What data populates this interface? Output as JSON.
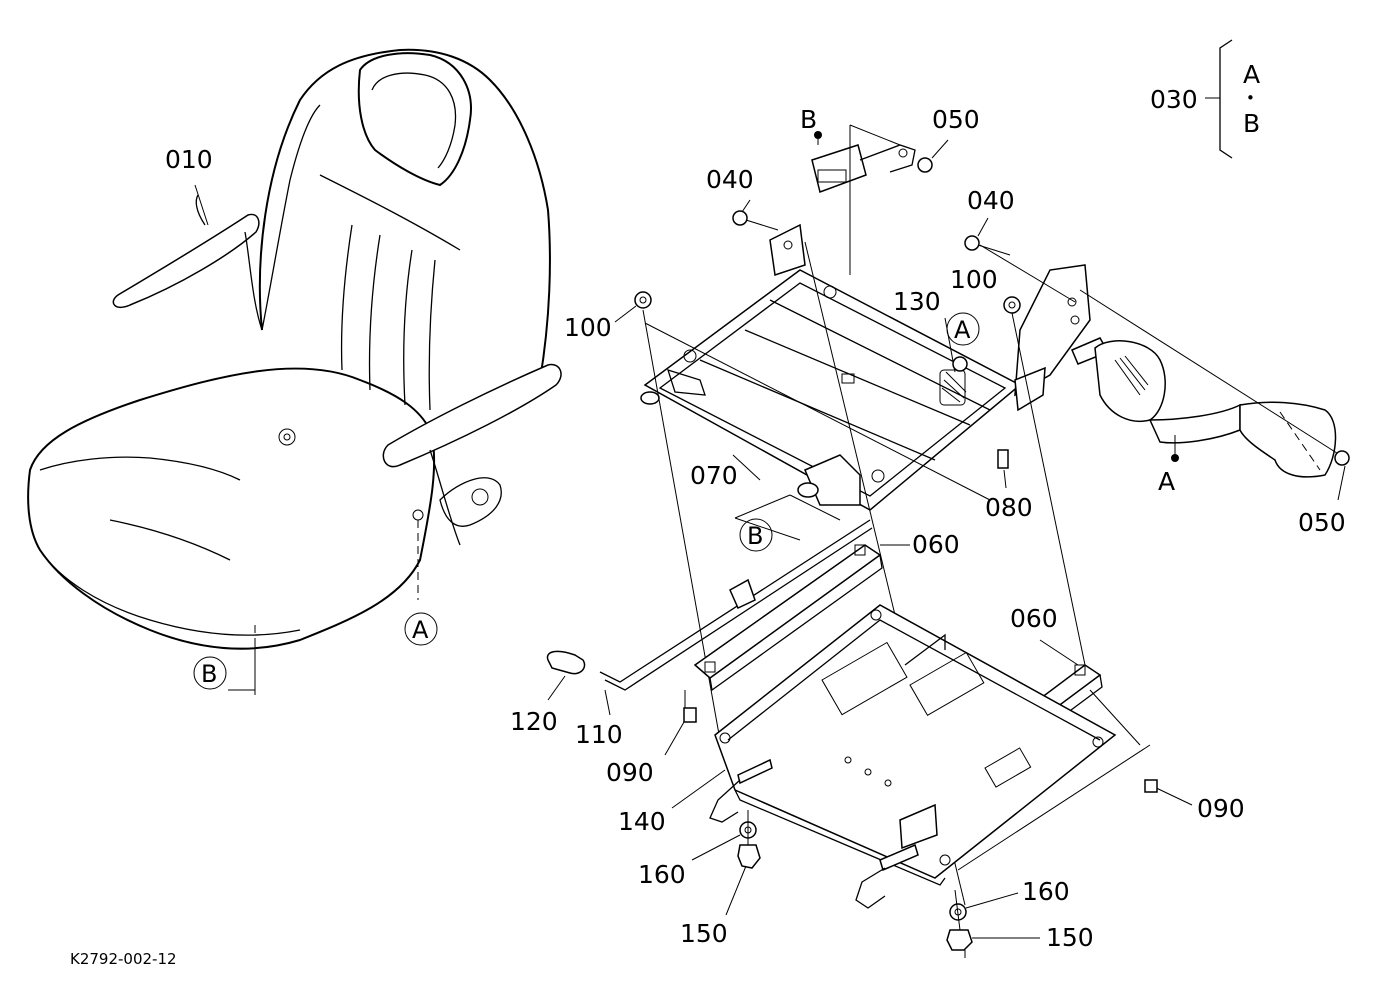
{
  "diagram_code": "K2792-002-12",
  "part_labels": {
    "p010": "010",
    "p030": "030",
    "p040a": "040",
    "p040b": "040",
    "p050a": "050",
    "p050b": "050",
    "p060a": "060",
    "p060b": "060",
    "p070": "070",
    "p080": "080",
    "p090a": "090",
    "p090b": "090",
    "p100a": "100",
    "p100b": "100",
    "p110": "110",
    "p120": "120",
    "p130": "130",
    "p140": "140",
    "p150a": "150",
    "p150b": "150",
    "p160a": "160",
    "p160b": "160"
  },
  "reference_marks": {
    "bracket_a": "A",
    "bracket_b": "B",
    "bracket_dot": "•",
    "seat_a": "A",
    "seat_b": "B",
    "rail_a": "A",
    "rail_b": "B",
    "buckle_b": "B",
    "belt_a": "A"
  }
}
